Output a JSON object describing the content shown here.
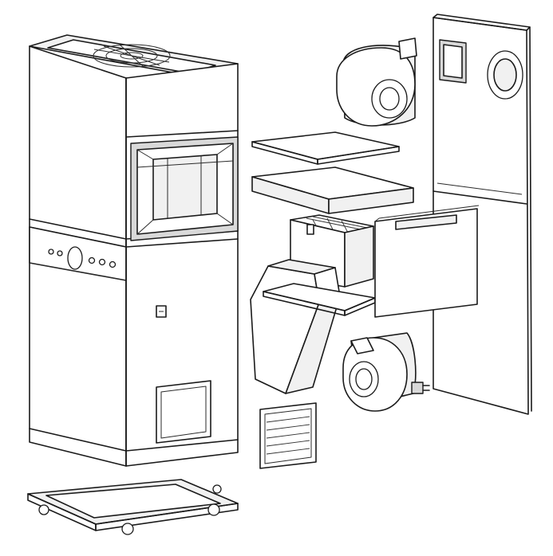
{
  "colors": {
    "line": "#1a1a1a",
    "face": "#ffffff",
    "shade": "#f1f1f1",
    "dark_shade": "#d9d9d9"
  },
  "parts": [
    {
      "id": "cabinet",
      "icon": "heater-cabinet-icon"
    },
    {
      "id": "top-blower",
      "icon": "blower-fan-icon"
    },
    {
      "id": "rear-panel",
      "icon": "rear-panel-icon"
    },
    {
      "id": "filter-plate",
      "icon": "filter-plate-icon"
    },
    {
      "id": "filter-box",
      "icon": "filter-box-icon"
    },
    {
      "id": "heat-exchanger",
      "icon": "heat-exchanger-icon"
    },
    {
      "id": "side-panel",
      "icon": "side-panel-icon"
    },
    {
      "id": "lower-blower",
      "icon": "blower-motor-icon"
    },
    {
      "id": "louver-grille",
      "icon": "grille-icon"
    },
    {
      "id": "caster-base",
      "icon": "caster-base-icon"
    }
  ]
}
